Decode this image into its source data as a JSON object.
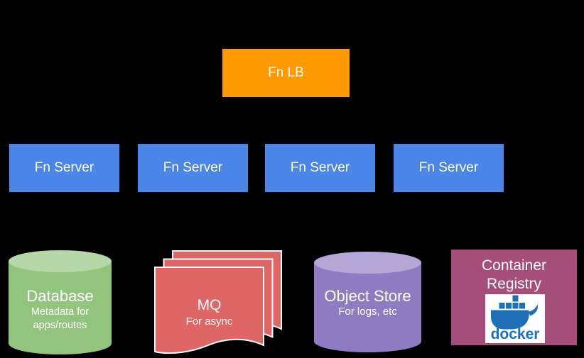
{
  "diagram": {
    "background": "#000000",
    "load_balancer": {
      "label": "Fn LB",
      "color": "#FF9900"
    },
    "servers": {
      "color": "#4A86E8",
      "items": [
        {
          "label": "Fn Server"
        },
        {
          "label": "Fn Server"
        },
        {
          "label": "Fn Server"
        },
        {
          "label": "Fn Server"
        }
      ]
    },
    "database": {
      "title": "Database",
      "subtitle_lines": [
        "Metadata for",
        "apps/routes"
      ],
      "body_color": "#93C47D",
      "top_color": "#B6D7A8"
    },
    "mq": {
      "title": "MQ",
      "subtitle": "For async",
      "color": "#E06666",
      "page_count": 3
    },
    "object_store": {
      "title": "Object Store",
      "subtitle": "For logs, etc",
      "body_color": "#8E7CC3",
      "top_color": "#B4A7D6"
    },
    "container_registry": {
      "title_lines": [
        "Container",
        "Registry"
      ],
      "color": "#A64D79",
      "docker_label": "docker",
      "docker_color": "#1E6FB8"
    }
  }
}
